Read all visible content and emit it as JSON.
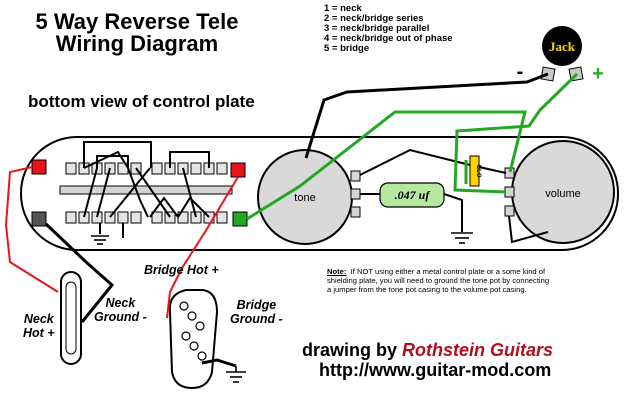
{
  "title": {
    "line1": "5 Way Reverse Tele",
    "line2": "Wiring Diagram"
  },
  "positions": [
    "1 = neck",
    "2 = neck/bridge series",
    "3 = neck/bridge parallel",
    "4 = neck/bridge out of phase",
    "5 = bridge"
  ],
  "view_label": "bottom view of control plate",
  "jack": {
    "label": "Jack",
    "minus": "-",
    "plus": "+"
  },
  "pots": {
    "tone": "tone",
    "volume": "volume"
  },
  "capacitor": {
    "value": ".047 uf"
  },
  "resistor": {
    "label": "GLO"
  },
  "labels": {
    "bridge_hot": "Bridge Hot +",
    "neck_ground": [
      "Neck",
      "Ground -"
    ],
    "neck_hot": [
      "Neck",
      "Hot +"
    ],
    "bridge_ground": [
      "Bridge",
      "Ground -"
    ]
  },
  "note": {
    "key": "Note:",
    "line1": "If NOT using either a metal control plate or a some kind of",
    "line2": "shielding plate, you will need to ground the tone pot by connecting",
    "line3": "a jumper from the tone pot casing to the volume pot casing."
  },
  "credit": {
    "prefix": "drawing by ",
    "brand": "Rothstein Guitars",
    "url": "http://www.guitar-mod.com"
  },
  "colors": {
    "hot_wire": "#e8141c",
    "output_wire": "#23a823",
    "ground_wire": "#000000",
    "jack_fill": "#000000",
    "jack_text": "#ffd400",
    "capacitor": "#b5e8a0"
  }
}
